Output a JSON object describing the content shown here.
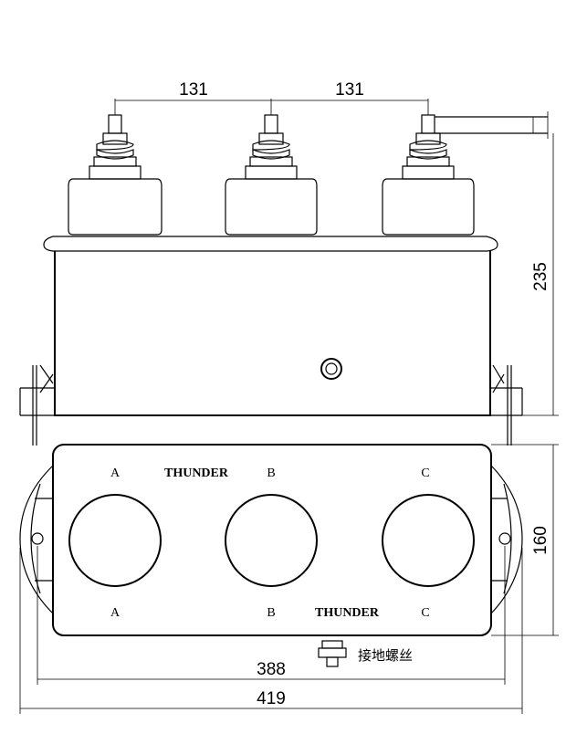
{
  "dimensions": {
    "pitch_left": "131",
    "pitch_right": "131",
    "height": "235",
    "depth": "160",
    "width_inner": "388",
    "width_outer": "419"
  },
  "top_view_labels": {
    "a_top": "A",
    "brand_top": "THUNDER",
    "b_top": "B",
    "c_top": "C",
    "a_bottom": "A",
    "b_bottom": "B",
    "brand_bottom": "THUNDER",
    "c_bottom": "C"
  },
  "grounding_label": "接地螺丝"
}
